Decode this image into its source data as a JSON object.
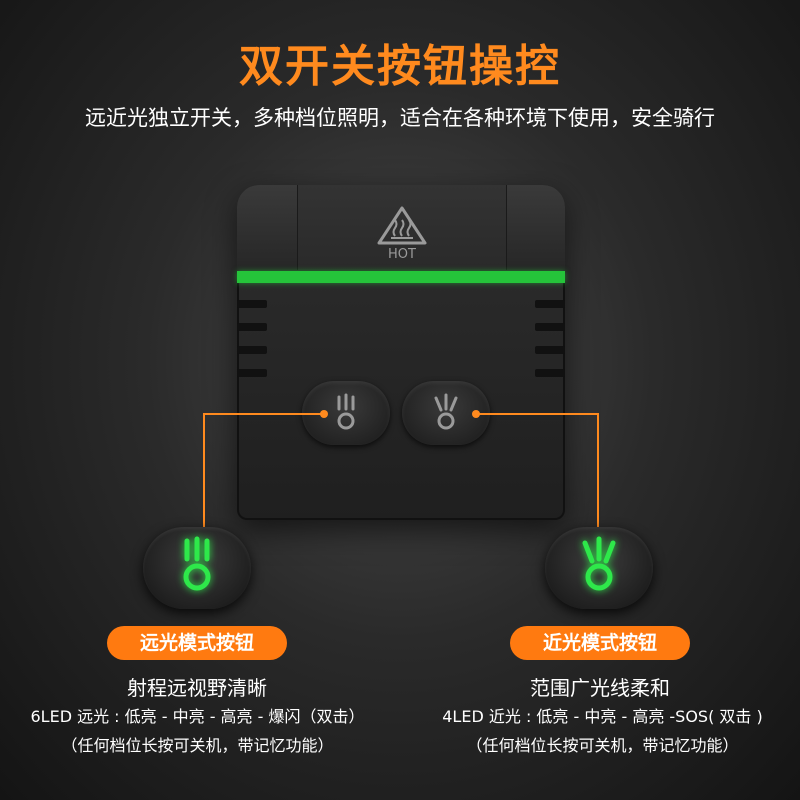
{
  "header": {
    "title": "双开关按钮操控",
    "subtitle": "远近光独立开关，多种档位照明，适合在各种环境下使用，安全骑行"
  },
  "device": {
    "hot_label": "HOT",
    "band_color": "#25c43a"
  },
  "left": {
    "pill": "远光模式按钮",
    "heading": "射程远视野清晰",
    "modes": "6LED 远光 : 低亮 - 中亮 - 高亮 - 爆闪（双击）",
    "note": "（任何档位长按可关机，带记忆功能）"
  },
  "right": {
    "pill": "近光模式按钮",
    "heading": "范围广光线柔和",
    "modes": "4LED 近光 : 低亮 - 中亮 - 高亮 -SOS( 双击 )",
    "note": "（任何档位长按可关机，带记忆功能）"
  },
  "colors": {
    "accent": "#ff8a1e",
    "led_green": "#2ee84a"
  }
}
